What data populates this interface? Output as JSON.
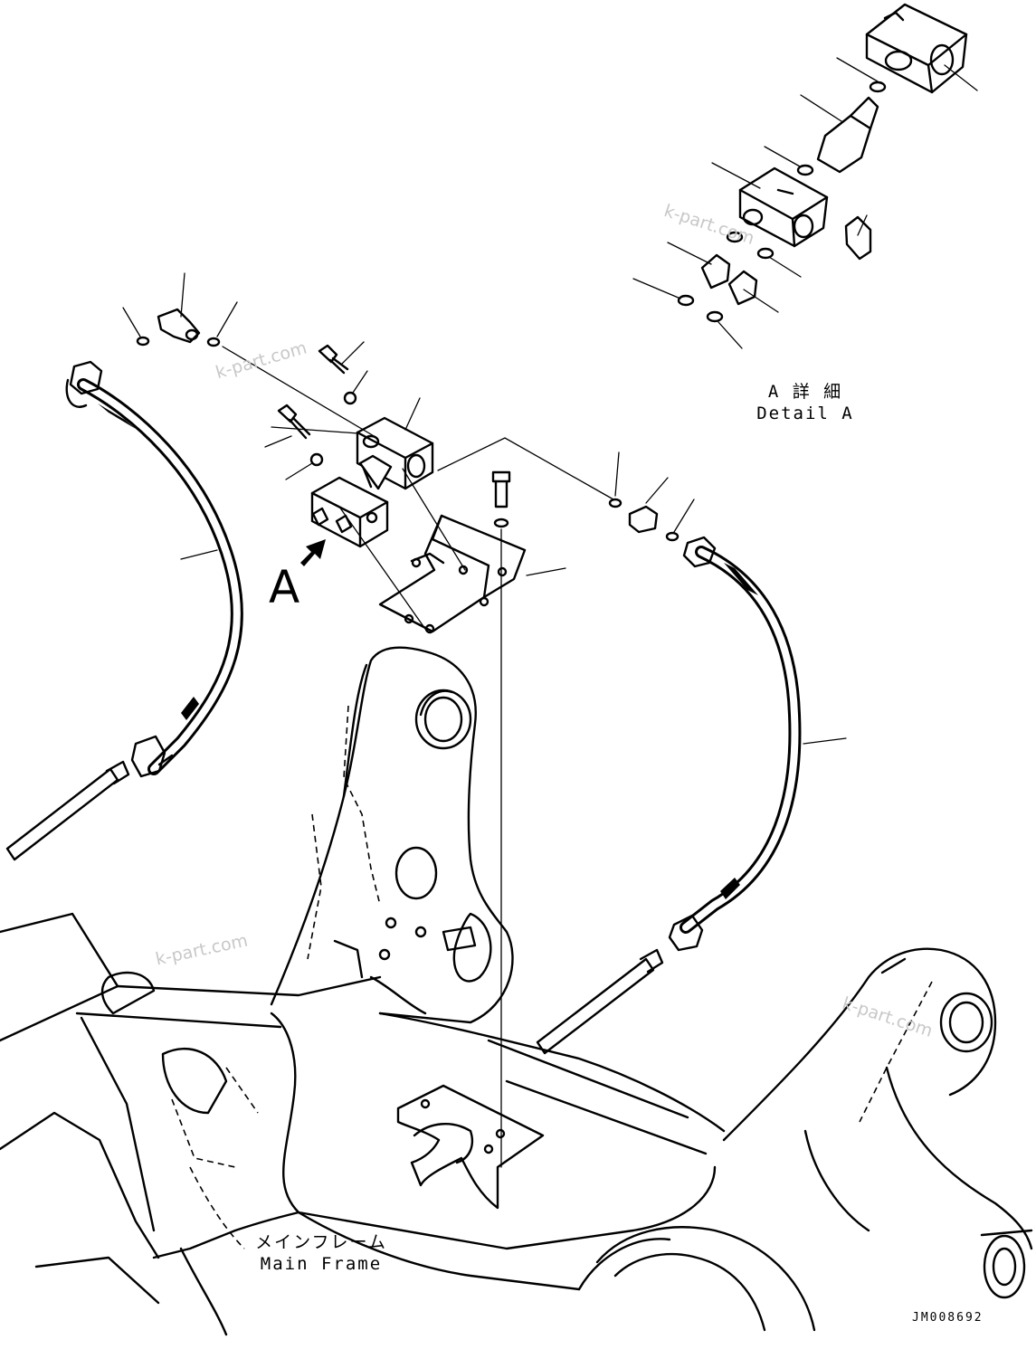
{
  "diagram": {
    "view_label": "A",
    "detail": {
      "title_ja": "A 詳 細",
      "title_en": "Detail A"
    },
    "frame": {
      "label_ja": "メインフレーム",
      "label_en": "Main Frame"
    },
    "drawing_code": "JM008692",
    "watermark": "k-part.com",
    "colors": {
      "line": "#000000",
      "background": "#ffffff",
      "watermark": "#c8c8c8"
    },
    "icons": [
      "view-arrow-icon"
    ]
  }
}
